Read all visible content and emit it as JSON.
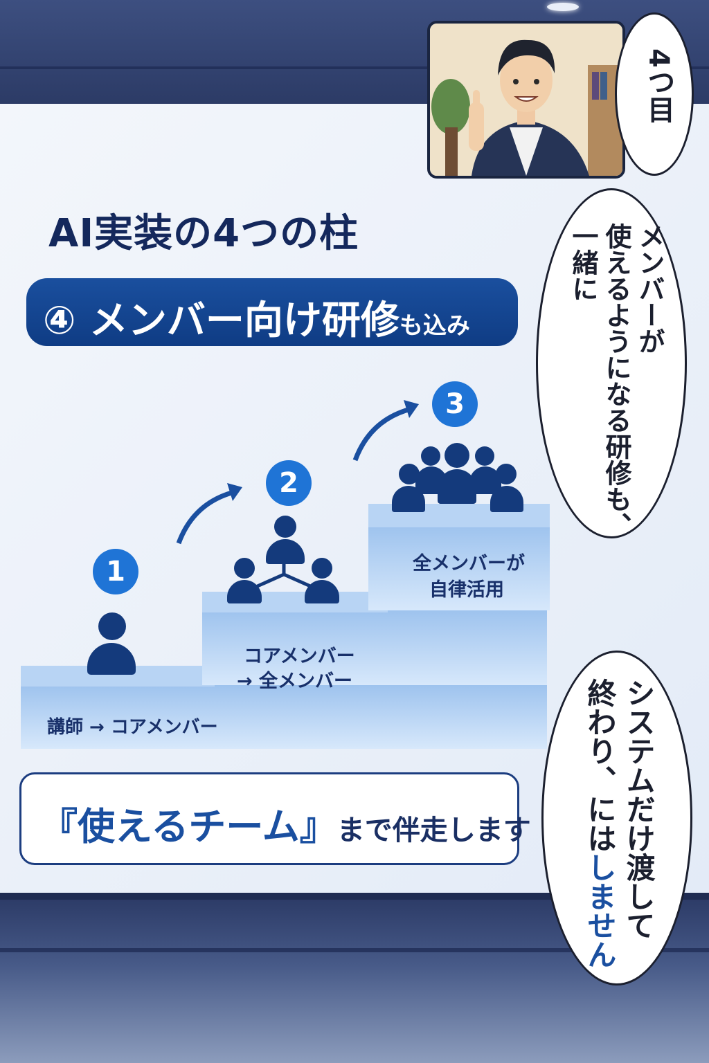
{
  "title": "AI実装の4つの柱",
  "banner": {
    "number": "④",
    "text": "メンバー向け研修",
    "suffix": "も込み"
  },
  "steps": [
    {
      "number": "1",
      "label": "講師 → コアメンバー"
    },
    {
      "number": "2",
      "label_line1": "コアメンバー",
      "label_line2": "→ 全メンバー"
    },
    {
      "number": "3",
      "label_line1": "全メンバーが",
      "label_line2": "自律活用"
    }
  ],
  "tagline": {
    "quoted": "『使えるチーム』",
    "rest": "まで伴走します"
  },
  "bubbles": {
    "b1": "4つ目",
    "b2": {
      "col1": "メンバーが",
      "col2": "使えるようになる研修も、",
      "col3": "一緒に"
    },
    "b3": {
      "col1": "システムだけ渡して",
      "col2_plain": "終わり、には",
      "col2_accent": "しません"
    }
  },
  "colors": {
    "navy": "#14285c",
    "accent_blue": "#1f74d6",
    "banner": "#1a4f9e"
  },
  "icons": [
    "person-icon",
    "group-icon",
    "arrow-up-right-icon"
  ]
}
